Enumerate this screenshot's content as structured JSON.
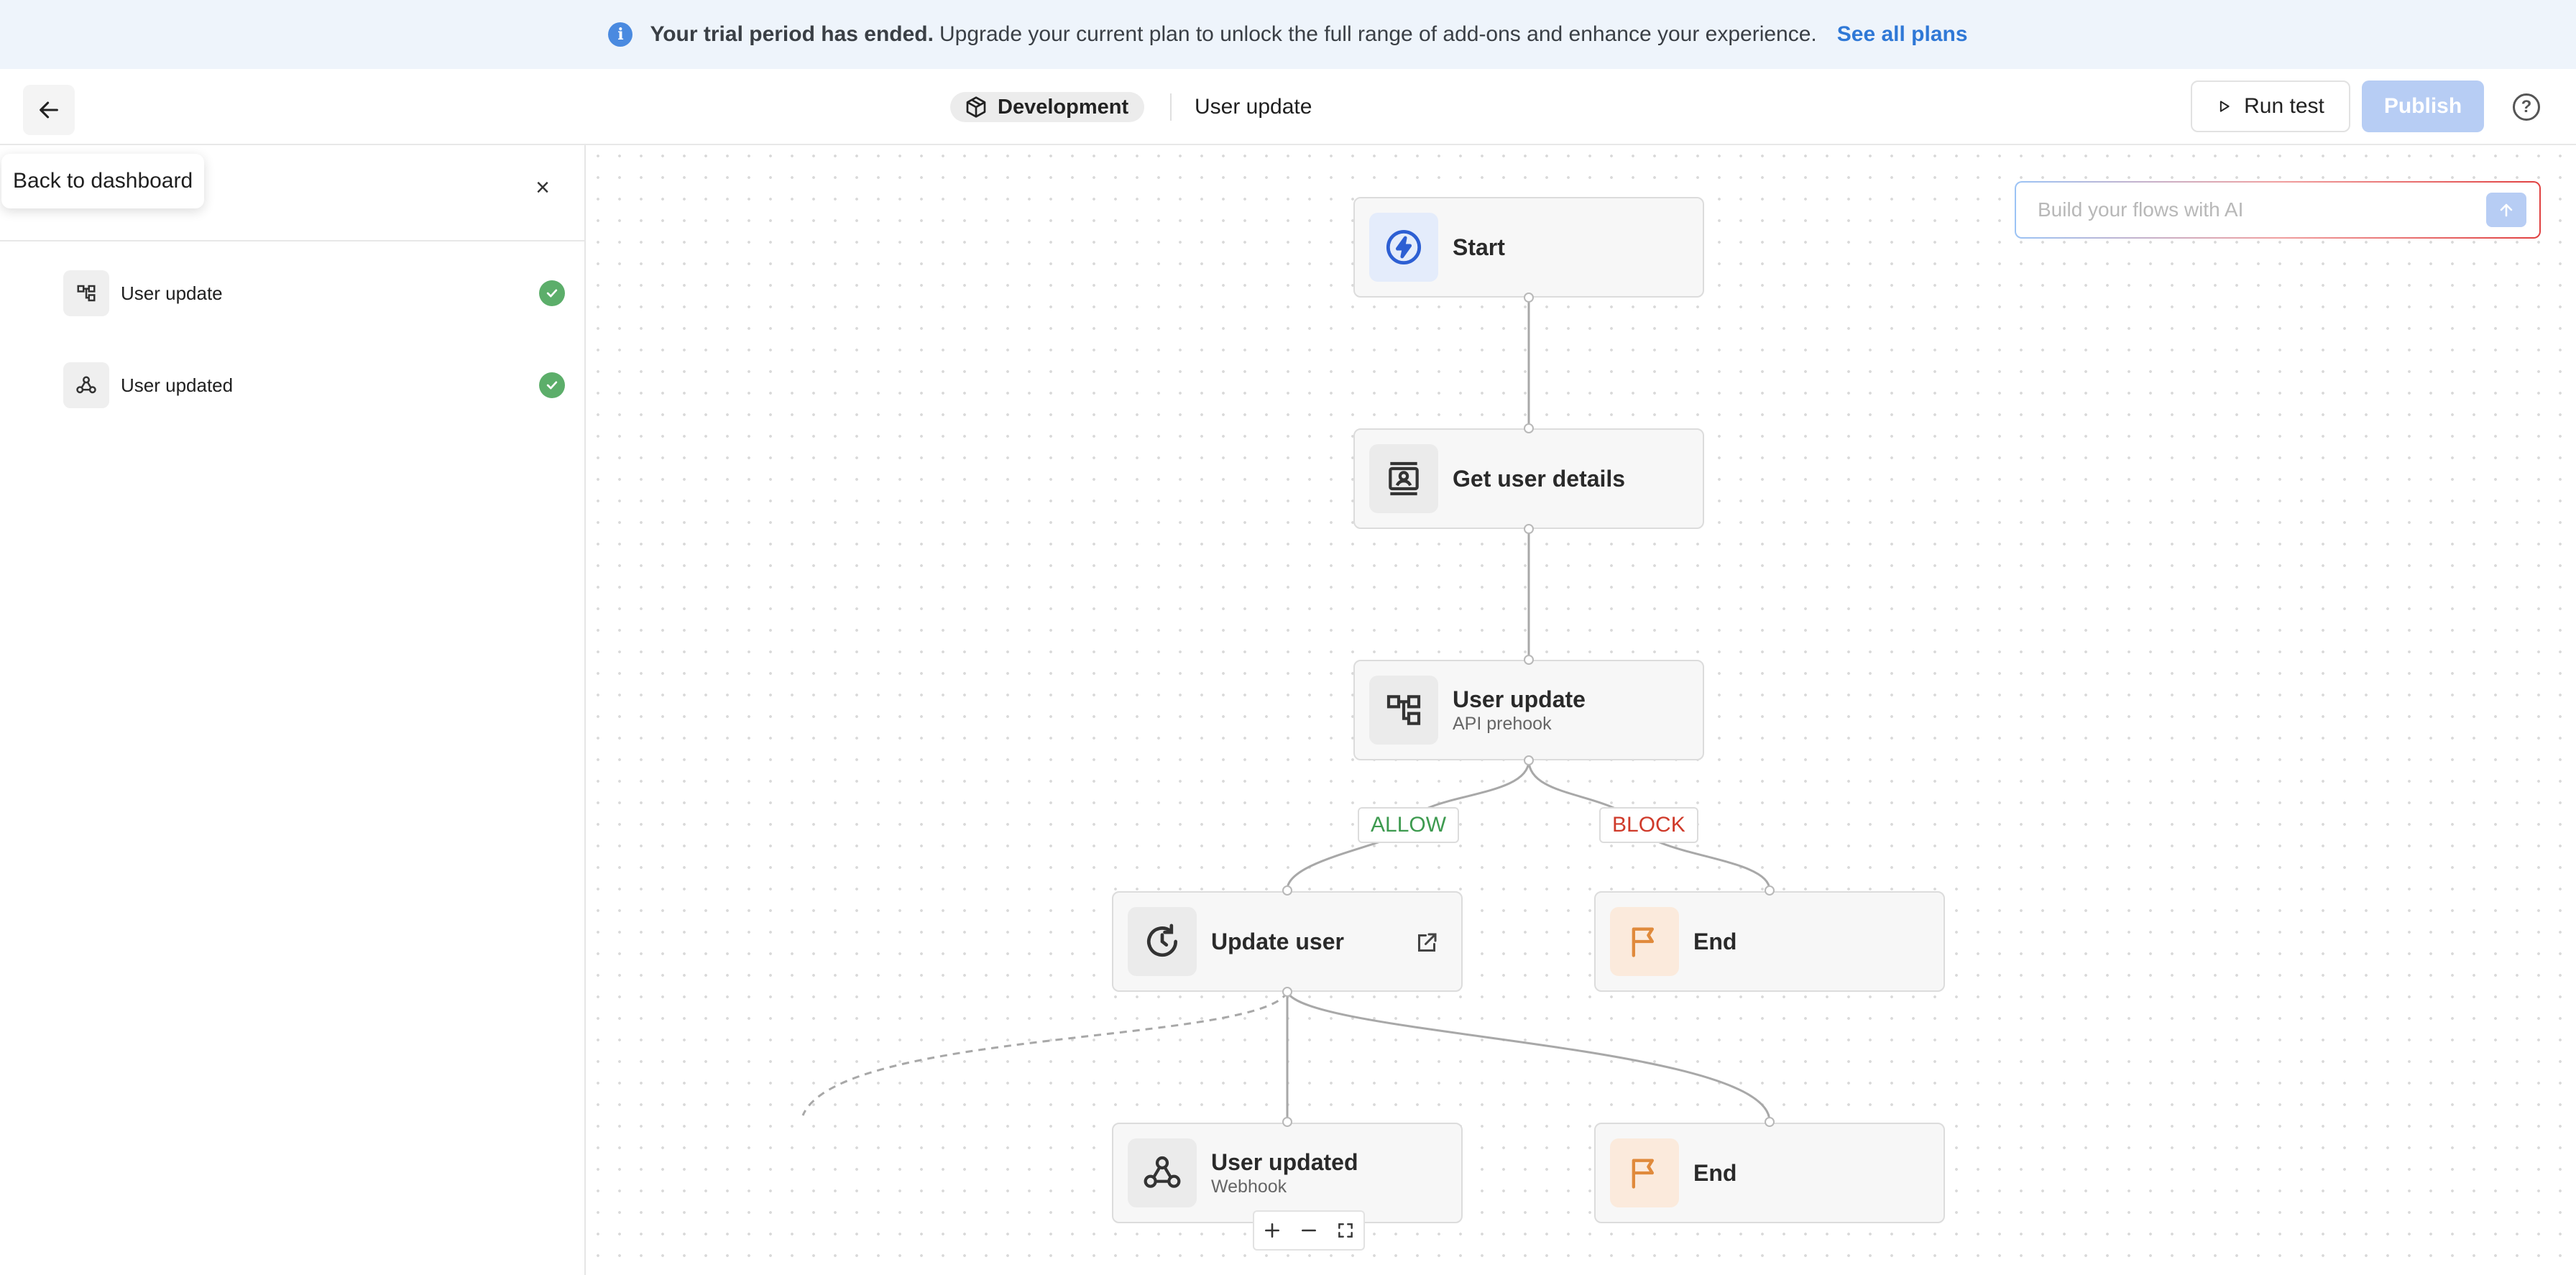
{
  "banner": {
    "bold_text": "Your trial period has ended.",
    "text": "Upgrade your current plan to unlock the full range of add-ons and enhance your experience.",
    "link": "See all plans",
    "icon": "info-icon"
  },
  "header": {
    "environment": "Development",
    "flow_name": "User update",
    "run_test": "Run test",
    "publish": "Publish",
    "back_tooltip": "Back to dashboard"
  },
  "sidebar": {
    "items": [
      {
        "label": "User update",
        "icon": "api-prehook-icon",
        "status": "success"
      },
      {
        "label": "User updated",
        "icon": "webhook-icon",
        "status": "success"
      }
    ]
  },
  "ai": {
    "placeholder": "Build your flows with AI"
  },
  "nodes": {
    "start": {
      "title": "Start",
      "icon": "lightning-icon"
    },
    "get_user": {
      "title": "Get user details",
      "icon": "user-card-icon"
    },
    "prehook": {
      "title": "User update",
      "subtitle": "API prehook",
      "icon": "api-prehook-icon"
    },
    "update_user": {
      "title": "Update user",
      "icon": "refresh-icon"
    },
    "end_block": {
      "title": "End",
      "icon": "flag-icon"
    },
    "webhook": {
      "title": "User updated",
      "subtitle": "Webhook",
      "icon": "webhook-icon"
    },
    "end_bottom": {
      "title": "End",
      "icon": "flag-icon"
    }
  },
  "branches": {
    "allow": "ALLOW",
    "block": "BLOCK"
  },
  "colors": {
    "accent": "#2f78d6",
    "allow": "#3d9a4f",
    "block": "#cf3a2a",
    "flag": "#e08a3c",
    "success": "#5cae6a"
  }
}
